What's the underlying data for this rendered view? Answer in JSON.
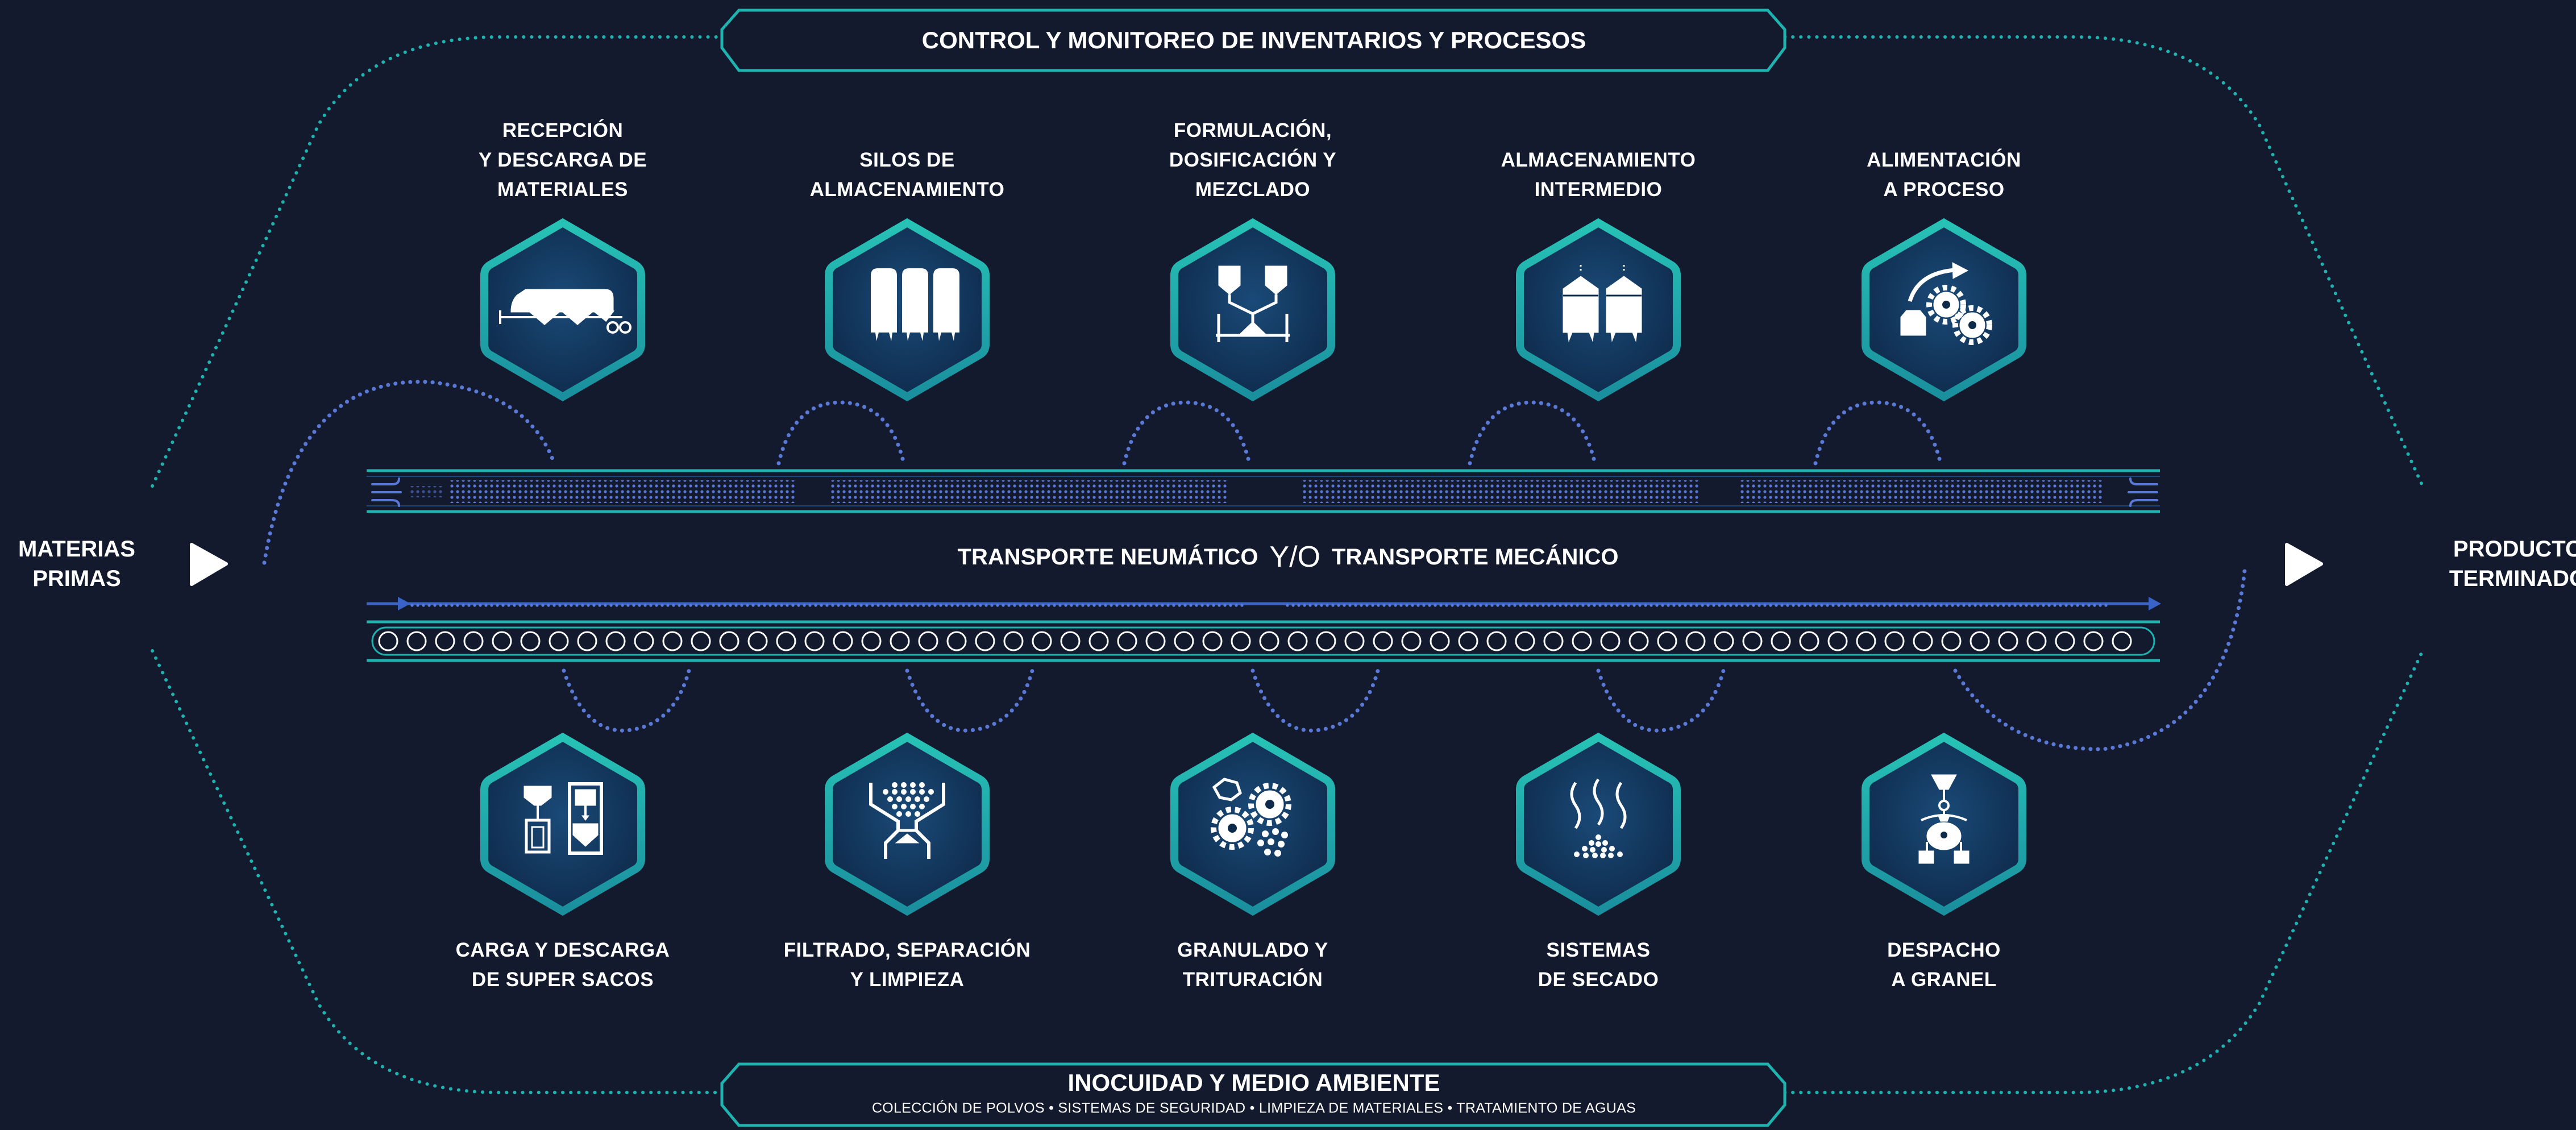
{
  "top_banner": {
    "title": "CONTROL Y MONITOREO DE INVENTARIOS Y PROCESOS"
  },
  "bottom_banner": {
    "title": "INOCUIDAD Y MEDIO AMBIENTE",
    "subtitle": "COLECCIÓN DE POLVOS • SISTEMAS DE SEGURIDAD • LIMPIEZA DE MATERIALES • TRATAMIENTO DE AGUAS"
  },
  "input_label": "MATERIAS\nPRIMAS",
  "output_label": "PRODUCTO\nTERMINADO",
  "transport": {
    "part1": "TRANSPORTE NEUMÁTICO",
    "connector": "Y/O",
    "part2": "TRANSPORTE MECÁNICO"
  },
  "top_steps": [
    {
      "label": "RECEPCIÓN\nY DESCARGA DE\nMATERIALES",
      "icon": "truck-hopper-icon"
    },
    {
      "label": "SILOS DE\nALMACENAMIENTO",
      "icon": "silos-icon"
    },
    {
      "label": "FORMULACIÓN,\nDOSIFICACIÓN Y\nMEZCLADO",
      "icon": "mixing-icon"
    },
    {
      "label": "ALMACENAMIENTO\nINTERMEDIO",
      "icon": "intermediate-silos-icon"
    },
    {
      "label": "ALIMENTACIÓN\nA PROCESO",
      "icon": "process-gears-icon"
    }
  ],
  "bottom_steps": [
    {
      "label": "CARGA Y DESCARGA\nDE SUPER SACOS",
      "icon": "super-sacks-icon"
    },
    {
      "label": "FILTRADO, SEPARACIÓN\nY LIMPIEZA",
      "icon": "filter-icon"
    },
    {
      "label": "GRANULADO Y\nTRITURACIÓN",
      "icon": "crusher-gears-icon"
    },
    {
      "label": "SISTEMAS\nDE SECADO",
      "icon": "drying-icon"
    },
    {
      "label": "DESPACHO\nA GRANEL",
      "icon": "bulk-dispatch-icon"
    }
  ],
  "colors": {
    "background": "#131a2e",
    "teal": "#1fb3b0",
    "dot_blue": "#5a78d6",
    "hex_fill": "#123a5e",
    "white": "#ffffff"
  }
}
